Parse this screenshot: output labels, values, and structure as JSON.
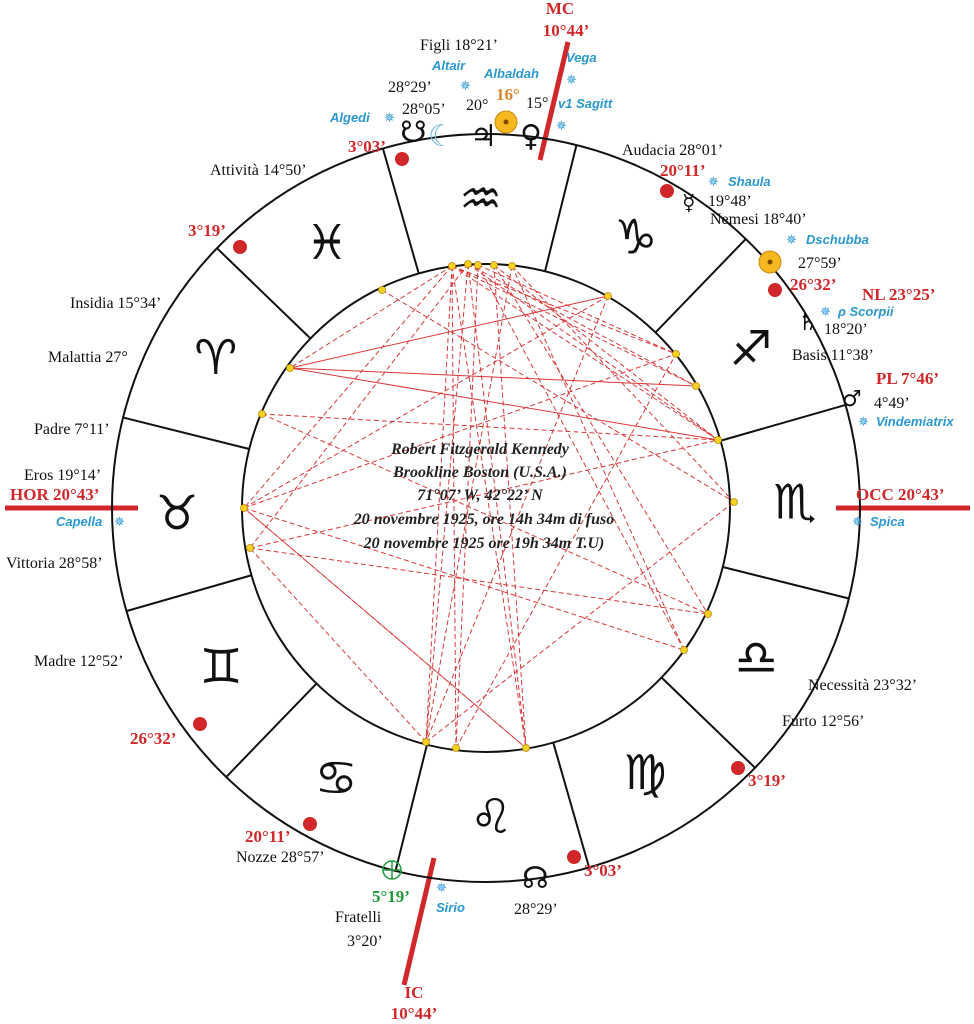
{
  "axes": {
    "mc": {
      "label": "MC",
      "degree": "10°44’"
    },
    "ic": {
      "label": "IC",
      "degree": "10°44’"
    },
    "hor": "HOR 20°43’",
    "occ": "OCC 20°43’"
  },
  "center_info": {
    "line1": "Robert Fitzgerald Kennedy",
    "line2": "Brookline Boston (U.S.A.)",
    "line3": "71°07’ W,    42°22’ N",
    "line4": "20 novembre 1925, ore 14h 34m di fuso",
    "line5": "20 novembre 1925 ore 19h 34m T.U)"
  },
  "signs": [
    {
      "name": "capricorn",
      "glyph": "♑"
    },
    {
      "name": "sagittarius",
      "glyph": "♐"
    },
    {
      "name": "scorpio",
      "glyph": "♏"
    },
    {
      "name": "libra",
      "glyph": "♎"
    },
    {
      "name": "virgo",
      "glyph": "♍"
    },
    {
      "name": "leo",
      "glyph": "♌"
    },
    {
      "name": "cancer",
      "glyph": "♋"
    },
    {
      "name": "gemini",
      "glyph": "♊"
    },
    {
      "name": "taurus",
      "glyph": "♉"
    },
    {
      "name": "aries",
      "glyph": "♈"
    },
    {
      "name": "pisces",
      "glyph": "♓"
    },
    {
      "name": "aquarius",
      "glyph": "♒"
    }
  ],
  "houses_labels": {
    "figli": "Figli 18°21’",
    "audacia": "Audacia 28°01’",
    "nemesi": "Nemesi 18°40’",
    "basis": "Basis 11°38’",
    "attivita": "Attività 14°50’",
    "insidia": "Insidia 15°34’",
    "malattia": "Malattia 27°",
    "padre": "Padre 7°11’",
    "eros": "Eros 19°14’",
    "vittoria": "Vittoria 28°58’",
    "madre": "Madre 12°52’",
    "nozze": "Nozze 28°57’",
    "fratelli": "Fratelli",
    "fratelli_deg": "3°20’",
    "necessita": "Necessità 23°32’",
    "furto": "Furto 12°56’"
  },
  "cusp_degrees": {
    "c_3_03_top": "3°03’",
    "c_20_11_top": "20°11’",
    "c_3_19_left": "3°19’",
    "c_26_32_right": "26°32’",
    "nl": "NL  23°25’",
    "pl": "PL  7°46’",
    "c_26_32_left": "26°32’",
    "c_20_11_bottom": "20°11’",
    "c_3_03_bottom": "3°03’",
    "c_3_19_right": "3°19’",
    "pf": "5°19’"
  },
  "planets": {
    "moon_deg": "28°29’",
    "node_top_deg": "28°05’",
    "jupiter_deg": "20°",
    "sun_deg": "16°",
    "venus_deg": "15°",
    "mercury_deg": "19°48’",
    "sun2_deg": "27°59’",
    "saturn_deg": "18°20’",
    "mars_deg": "4°49’",
    "node_bottom_deg": "28°29’"
  },
  "stars": {
    "altair": "Altair",
    "albaldah": "Albaldah",
    "vega": "Vega",
    "algedi": "Algedi",
    "sagitt": "v1 Sagitt",
    "shaula": "Shaula",
    "dschubba": "Dschubba",
    "scorpii": "ρ Scorpii",
    "vindemiatrix": "Vindemiatrix",
    "spica": "Spica",
    "capella": "Capella",
    "sirio": "Sirio"
  },
  "colors": {
    "red": "#d0282a",
    "star_blue": "#2a98cf",
    "aspect_red": "#d8393a",
    "point_yellow": "#f5d21f",
    "green": "#1d9a3a",
    "orange": "#d8852a"
  }
}
